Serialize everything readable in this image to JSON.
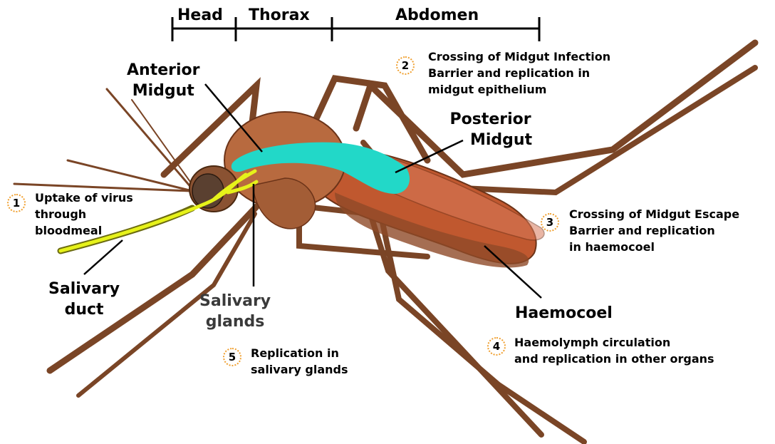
{
  "segments": {
    "head": "Head",
    "thorax": "Thorax",
    "abdomen": "Abdomen"
  },
  "parts": {
    "anterior_midgut": [
      "Anterior",
      "Midgut"
    ],
    "posterior_midgut": [
      "Posterior",
      "Midgut"
    ],
    "salivary_duct": [
      "Salivary",
      "duct"
    ],
    "salivary_glands": [
      "Salivary",
      "glands"
    ],
    "haemocoel": "Haemocoel"
  },
  "steps": [
    {
      "number": "1",
      "lines": [
        "Uptake of virus",
        "through",
        "bloodmeal"
      ]
    },
    {
      "number": "2",
      "lines": [
        "Crossing of Midgut Infection",
        "Barrier and replication in",
        "midgut epithelium"
      ]
    },
    {
      "number": "3",
      "lines": [
        "Crossing of Midgut Escape",
        "Barrier and replication",
        "in haemocoel"
      ]
    },
    {
      "number": "4",
      "lines": [
        "Haemolymph circulation",
        "and replication in other organs"
      ]
    },
    {
      "number": "5",
      "lines": [
        "Replication in",
        "salivary glands"
      ]
    }
  ],
  "colors": {
    "midgut": "#22d8c8",
    "salivary": "#e6f21a",
    "body": "#b86a3f",
    "abdomen": "#c0582f",
    "badge_ring": "#f0a030"
  }
}
